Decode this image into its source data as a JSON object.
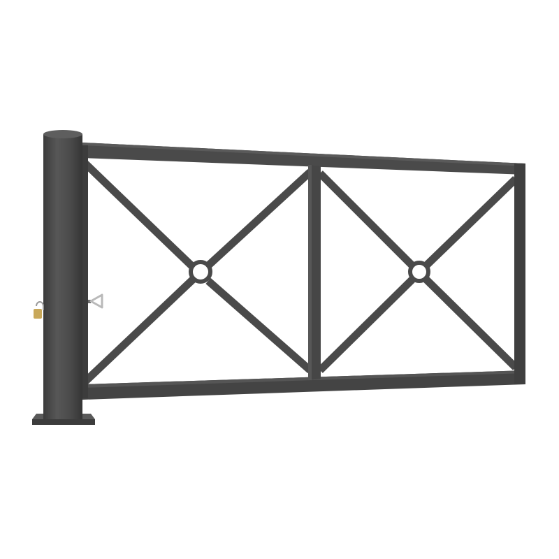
{
  "image": {
    "subject": "gate",
    "colors": {
      "background": "#ffffff",
      "metal": "#4a4a4a",
      "metal_dark": "#3a3a3a",
      "metal_light": "#5c5c5c",
      "shadow": "#2e2e2e",
      "lock_brass": "#c8a85a",
      "handle": "#b9b9b9"
    },
    "parts": {
      "post": "post",
      "base_plate": "base-plate",
      "frame": "frame",
      "center_bar": "center-bar",
      "left_cross_brace": "left-cross-brace",
      "right_cross_brace": "right-cross-brace",
      "left_ring": "left-ring",
      "right_ring": "right-ring",
      "padlock": "padlock-icon",
      "latch_handle": "latch-handle-icon"
    }
  }
}
